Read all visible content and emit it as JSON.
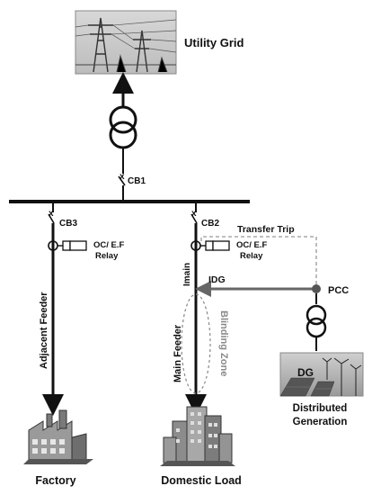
{
  "labels": {
    "utility_grid": "Utility Grid",
    "cb1": "CB1",
    "cb2": "CB2",
    "cb3": "CB3",
    "relay_cb3_line1": "OC/ E.F",
    "relay_cb3_line2": "Relay",
    "relay_cb2_line1": "OC/ E.F",
    "relay_cb2_line2": "Relay",
    "transfer_trip": "Transfer Trip",
    "imain": "Imain",
    "idg": "IDG",
    "pcc": "PCC",
    "adjacent_feeder": "Adjacent Feeder",
    "main_feeder": "Main Feeder",
    "blinding_zone": "Blinding Zone",
    "dg": "DG",
    "distributed_generation_line1": "Distributed",
    "distributed_generation_line2": "Generation",
    "factory": "Factory",
    "domestic_load": "Domestic Load",
    "cb_mark": "x"
  },
  "icons": {
    "grid": "transmission-tower-icon",
    "transformer": "transformer-icon",
    "factory": "factory-icon",
    "buildings": "buildings-icon",
    "solar_wind": "solar-wind-icon"
  },
  "colors": {
    "line": "#111111",
    "gray_line": "#777777",
    "dashed": "#999999",
    "blinding_text": "#888888",
    "pcc_dot": "#555555"
  }
}
